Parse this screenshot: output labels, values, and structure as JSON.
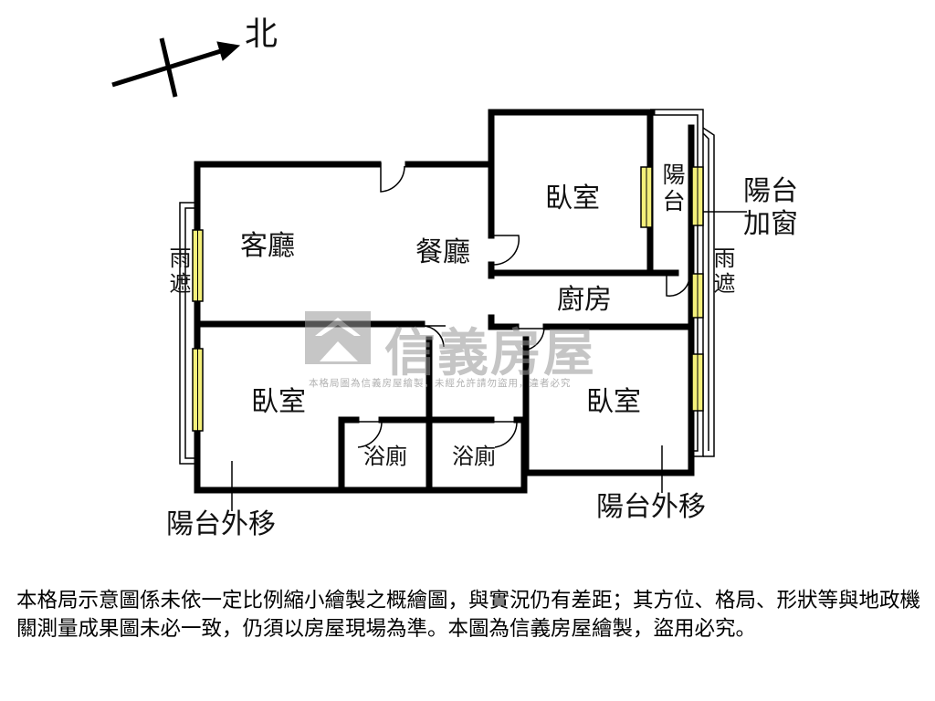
{
  "compass": {
    "north_label": "北"
  },
  "rooms": {
    "living_room": "客廳",
    "dining_room": "餐廳",
    "bedroom_top": "臥室",
    "bedroom_left": "臥室",
    "bedroom_right": "臥室",
    "balcony_vertical": "陽台",
    "balcony_window": "陽台\n加窗",
    "kitchen": "廚房",
    "bathroom_left": "浴廁",
    "bathroom_right": "浴廁",
    "rain_cover_left": "雨遮",
    "rain_cover_right": "雨遮",
    "balcony_moved_left": "陽台外移",
    "balcony_moved_right": "陽台外移"
  },
  "watermark": {
    "brand": "信義房屋",
    "notice": "本格局圖為信義房屋繪製，未經允許請勿盜用，違者必究"
  },
  "colors": {
    "wall": "#000000",
    "window_fill": "#f4f07a",
    "watermark": "#969696"
  },
  "disclaimer": "本格局示意圖係未依一定比例縮小繪製之概繪圖，與實況仍有差距；其方位、格局、形狀等與地政機關測量成果圖未必一致，仍須以房屋現場為準。本圖為信義房屋繪製，盜用必究。"
}
